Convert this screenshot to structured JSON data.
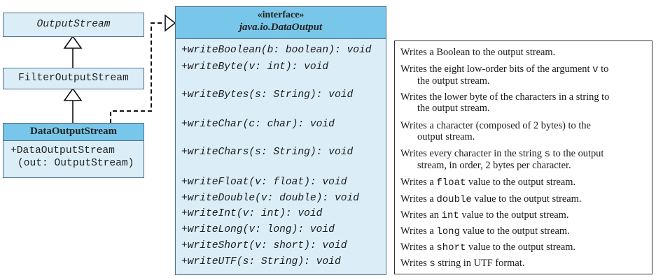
{
  "classes": {
    "output_stream": {
      "name": "OutputStream"
    },
    "filter_output_stream": {
      "name": "FilterOutputStream"
    },
    "data_output_stream": {
      "name": "DataOutputStream",
      "ctor_line1": "+DataOutputStream",
      "ctor_line2": "(out: OutputStream)"
    }
  },
  "interface": {
    "stereotype": "«interface»",
    "name": "java.io.DataOutput",
    "methods": [
      "+writeBoolean(b: boolean): void",
      "+writeByte(v: int): void",
      "+writeBytes(s: String): void",
      "+writeChar(c: char): void",
      "+writeChars(s: String): void",
      "+writeFloat(v: float): void",
      "+writeDouble(v: double): void",
      "+writeInt(v: int): void",
      "+writeLong(v: long): void",
      "+writeShort(v: short): void",
      "+writeUTF(s: String): void"
    ]
  },
  "descriptions": [
    {
      "parts": [
        "Writes a Boolean to the output stream."
      ]
    },
    {
      "line1": [
        "Writes the eight low-order bits of the argument ",
        {
          "code": "v"
        },
        " to"
      ],
      "line2": "the output stream."
    },
    {
      "line1": [
        "Writes the lower byte of the characters in a string to"
      ],
      "line2": "the output stream."
    },
    {
      "line1": [
        "Writes a character (composed of 2 bytes) to the"
      ],
      "line2": "output stream."
    },
    {
      "line1": [
        "Writes every character in the string ",
        {
          "code": "s"
        },
        " to the output"
      ],
      "line2": "stream, in order, 2 bytes per character."
    },
    {
      "parts": [
        "Writes a ",
        {
          "code": "float"
        },
        " value to the output stream."
      ]
    },
    {
      "parts": [
        "Writes a ",
        {
          "code": "double"
        },
        " value to the output stream."
      ]
    },
    {
      "parts": [
        "Writes an ",
        {
          "code": "int"
        },
        " value to the output stream."
      ]
    },
    {
      "parts": [
        "Writes a ",
        {
          "code": "long"
        },
        " value to the output stream."
      ]
    },
    {
      "parts": [
        "Writes a ",
        {
          "code": "short"
        },
        " value to the output stream."
      ]
    },
    {
      "parts": [
        "Writes ",
        {
          "code": "s"
        },
        " string in UTF format."
      ]
    }
  ],
  "colors": {
    "class_fill": "#dbeef8",
    "header_fill": "#78c7ea",
    "border": "#4a6f8a"
  }
}
